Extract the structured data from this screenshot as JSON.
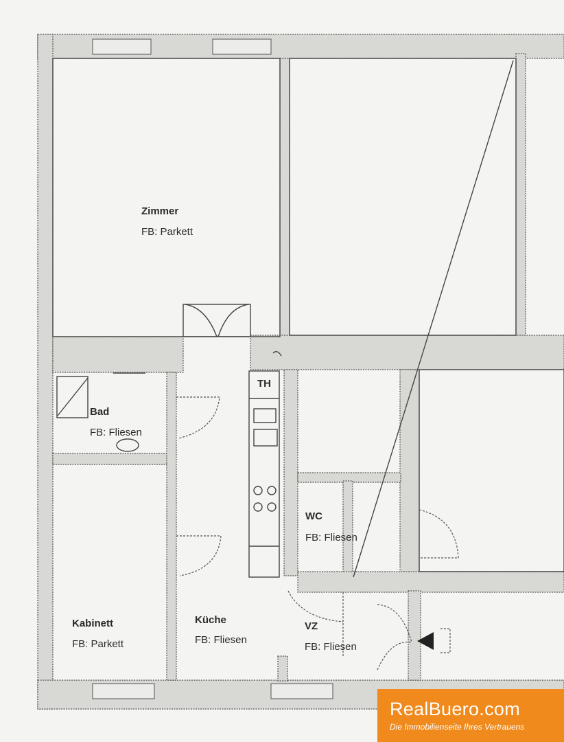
{
  "rooms": {
    "zimmer": {
      "name": "Zimmer",
      "floor": "FB: Parkett"
    },
    "bad": {
      "name": "Bad",
      "floor": "FB: Fliesen"
    },
    "th": {
      "name": "TH"
    },
    "wc": {
      "name": "WC",
      "floor": "FB: Fliesen"
    },
    "kabinett": {
      "name": "Kabinett",
      "floor": "FB: Parkett"
    },
    "kueche": {
      "name": "Küche",
      "floor": "FB: Fliesen"
    },
    "vz": {
      "name": "VZ",
      "floor": "FB: Fliesen"
    }
  },
  "logo": {
    "name": "RealBuero.com",
    "tagline": "Die Immobilienseite Ihres Vertrauens",
    "color": "#f08a1c"
  }
}
